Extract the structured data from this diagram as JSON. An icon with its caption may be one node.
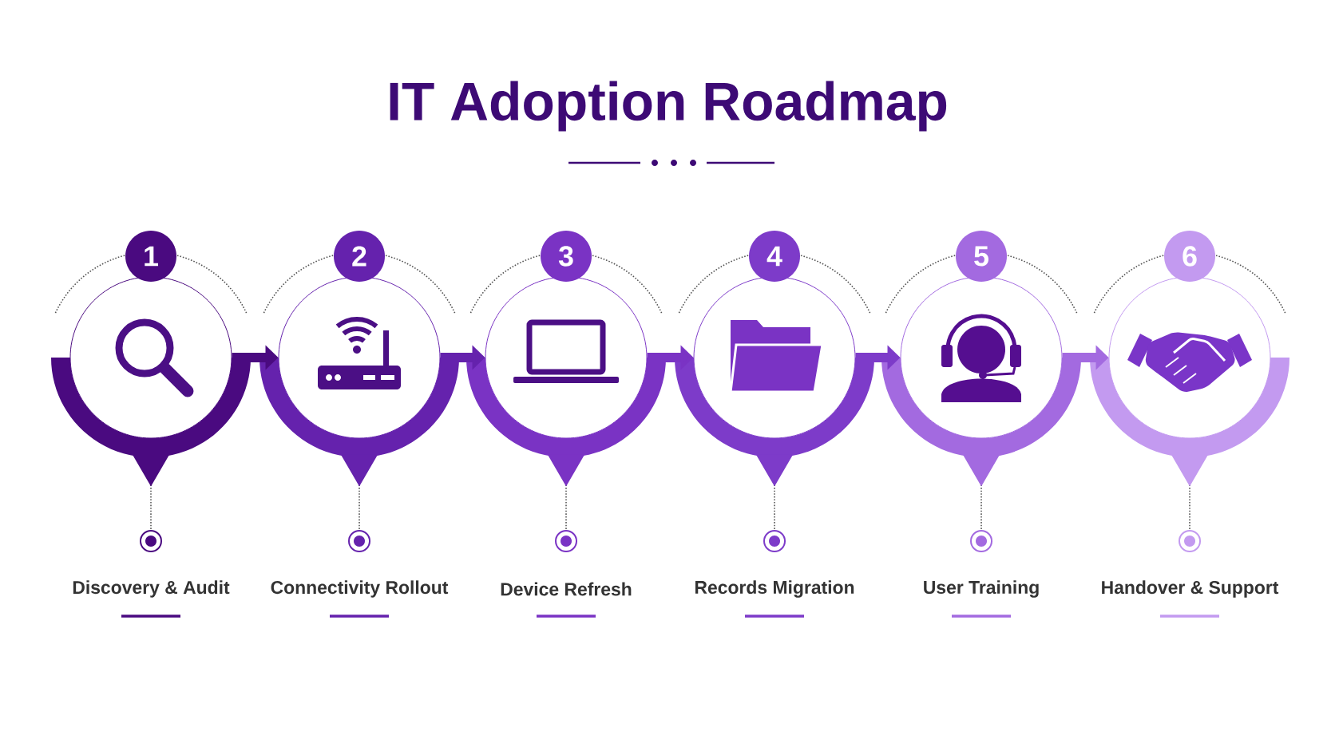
{
  "diagram": {
    "title": "IT Adoption Roadmap",
    "nodes": [
      {
        "text": [
          "1"
        ]
      },
      {
        "text": [
          "2"
        ]
      },
      {
        "text": [
          "3"
        ]
      },
      {
        "text": [
          "4"
        ]
      },
      {
        "text": [
          "5"
        ]
      },
      {
        "text": [
          "6"
        ]
      },
      {
        "text": [],
        "shape": "circle",
        "beside": [
          "Discovery & Audit"
        ]
      },
      {
        "text": [],
        "shape": "circle",
        "beside": [
          "Connectivity Rollout"
        ]
      },
      {
        "text": [],
        "shape": "circle",
        "beside": [
          "Device Refresh"
        ]
      },
      {
        "text": [],
        "shape": "circle",
        "beside": [
          "Records Migration"
        ]
      },
      {
        "text": [],
        "shape": "circle",
        "beside": [
          "User Training"
        ]
      },
      {
        "text": [],
        "shape": "circle",
        "beside": [
          "Handover & Support"
        ]
      }
    ],
    "edges": [
      {
        "from": 0,
        "to": 1,
        "arrow": "to",
        "style": "thick",
        "color": "#4a0a80"
      },
      {
        "from": 1,
        "to": 2,
        "arrow": "to",
        "style": "thick",
        "color": "#6522ad"
      },
      {
        "from": 2,
        "to": 3,
        "arrow": "to",
        "style": "thick",
        "color": "#7a33c4"
      },
      {
        "from": 3,
        "to": 4,
        "arrow": "to",
        "style": "thick",
        "color": "#7d3bc9"
      },
      {
        "from": 4,
        "to": 5,
        "arrow": "to",
        "style": "thick",
        "color": "#a36ae0"
      },
      {
        "from": 0,
        "to": 6,
        "arrow": "to",
        "style": "dashed"
      },
      {
        "from": 1,
        "to": 7,
        "arrow": "to",
        "style": "dashed"
      },
      {
        "from": 2,
        "to": 8,
        "arrow": "to",
        "style": "dashed"
      },
      {
        "from": 3,
        "to": 9,
        "arrow": "to",
        "style": "dashed"
      },
      {
        "from": 4,
        "to": 10,
        "arrow": "to",
        "style": "dashed"
      },
      {
        "from": 5,
        "to": 11,
        "arrow": "to",
        "style": "dashed"
      }
    ]
  }
}
